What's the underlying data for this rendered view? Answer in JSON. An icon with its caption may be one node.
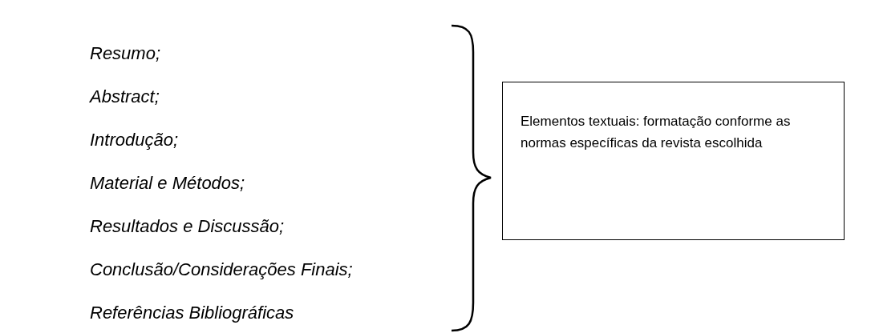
{
  "diagram": {
    "nodes": [
      {
        "text": [
          "Elementos textuais: formatação conforme as normas específicas da revista escolhida"
        ]
      }
    ],
    "labels": [
      "Resumo;",
      "Abstract;",
      "Introdução;",
      "Material e Métodos;",
      "Resultados e Discussão;",
      "Conclusão/Considerações Finais;",
      "Referências Bibliográficas"
    ]
  }
}
